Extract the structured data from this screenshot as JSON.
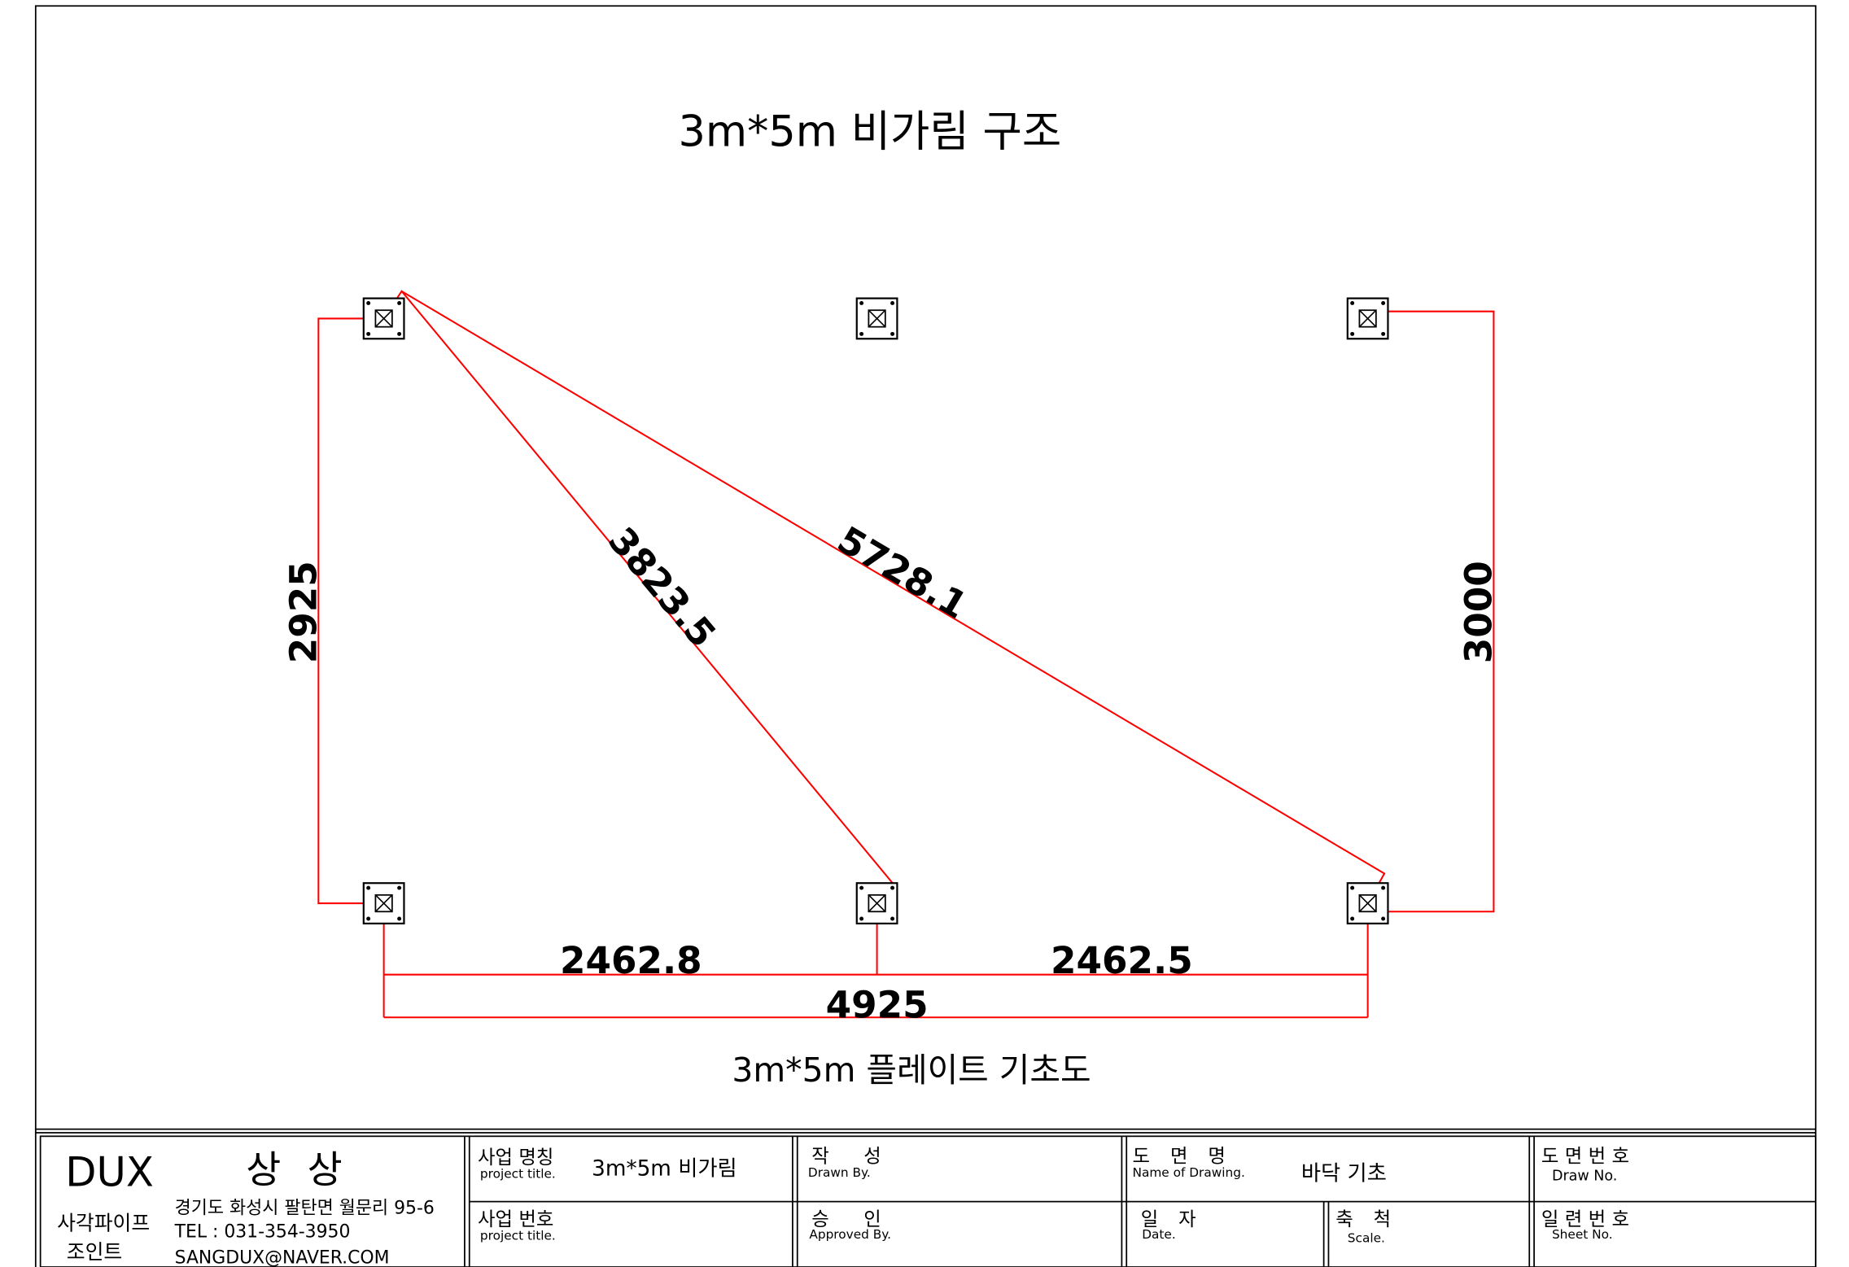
{
  "drawing": {
    "title": "3m*5m 비가림 구조",
    "subtitle": "3m*5m 플레이트 기초도",
    "dimensions": {
      "left": "2925",
      "right": "3000",
      "diagonal_short": "3823.5",
      "diagonal_long": "5728.1",
      "bottom_left": "2462.8",
      "bottom_right": "2462.5",
      "bottom_total": "4925"
    }
  },
  "title_block": {
    "company": {
      "brand": "DUX",
      "name": "상 상",
      "product_line1": "사각파이프",
      "product_line2": "조인트",
      "address": "경기도 화성시 팔탄면 월문리 95-6",
      "tel": "TEL : 031-354-3950",
      "email": "SANGDUX@NAVER.COM"
    },
    "project_name": {
      "label": "사업 명칭",
      "label_en": "project title.",
      "value": "3m*5m 비가림"
    },
    "project_no": {
      "label": "사업 번호",
      "label_en": "project title."
    },
    "drawn_by": {
      "label": "작 성",
      "label_en": "Drawn By."
    },
    "approved_by": {
      "label": "승 인",
      "label_en": "Approved By."
    },
    "drawing_name": {
      "label": "도 면 명",
      "label_en": "Name of Drawing.",
      "value": "바닥 기초"
    },
    "date": {
      "label": "일 자",
      "label_en": "Date."
    },
    "scale": {
      "label": "축 척",
      "label_en": "Scale."
    },
    "draw_no": {
      "label": "도 면 번 호",
      "label_en": "Draw No."
    },
    "sheet_no": {
      "label": "일 련 번 호",
      "label_en": "Sheet No."
    }
  },
  "colors": {
    "outline": "#000000",
    "dimension_line": "#ff0000",
    "background": "#ffffff"
  }
}
